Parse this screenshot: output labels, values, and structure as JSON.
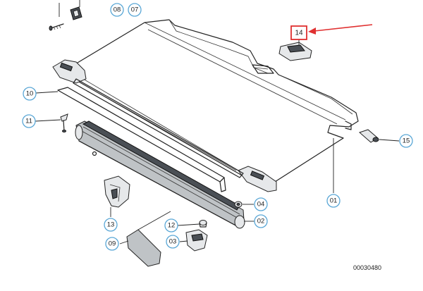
{
  "diagram": {
    "highlighted_callout": "14",
    "callouts": [
      {
        "id": "08",
        "label": "08"
      },
      {
        "id": "07",
        "label": "07"
      },
      {
        "id": "10",
        "label": "10"
      },
      {
        "id": "11",
        "label": "11"
      },
      {
        "id": "15",
        "label": "15"
      },
      {
        "id": "01",
        "label": "01"
      },
      {
        "id": "04",
        "label": "04"
      },
      {
        "id": "02",
        "label": "02"
      },
      {
        "id": "12",
        "label": "12"
      },
      {
        "id": "13",
        "label": "13"
      },
      {
        "id": "09",
        "label": "09"
      },
      {
        "id": "03",
        "label": "03"
      }
    ],
    "highlight_label": "14",
    "drawing_code": "00030480",
    "colors": {
      "callout_ring": "#5aa7d6",
      "highlight": "#e03030",
      "line": "#222222"
    }
  }
}
